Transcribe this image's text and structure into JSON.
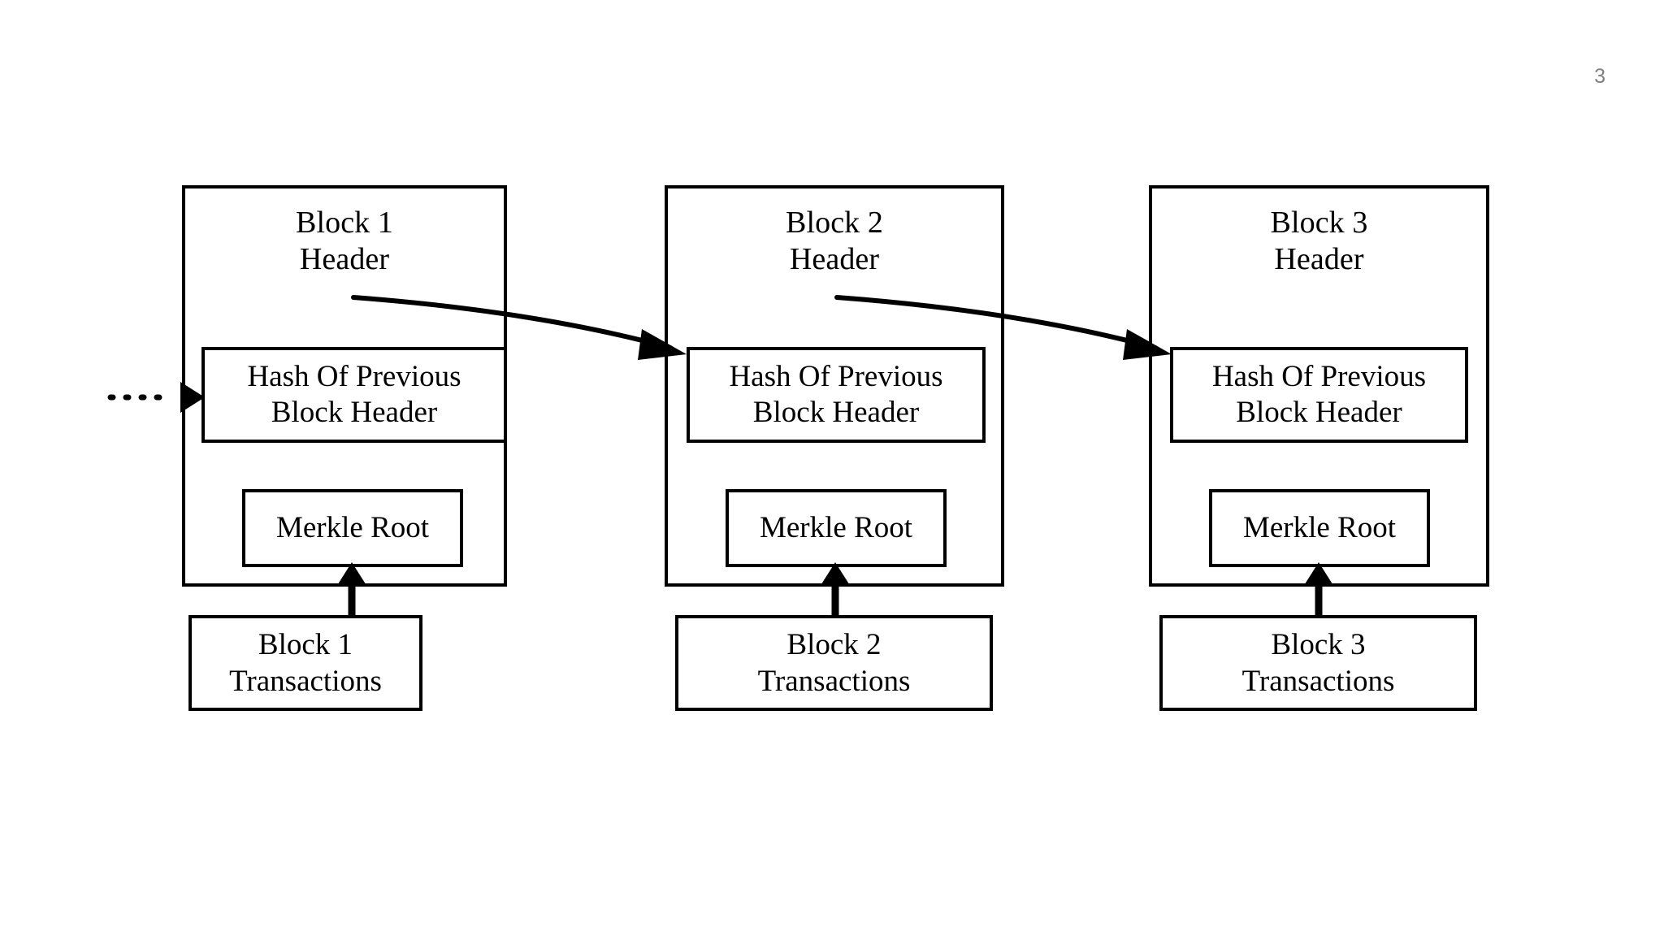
{
  "slide": {
    "page_number": "3",
    "page_number_color": "#808080",
    "background_color": "#ffffff",
    "stroke_color": "#000000"
  },
  "diagram": {
    "type": "blockchain-structure",
    "blocks": [
      {
        "header_label": "Block 1\nHeader",
        "hash_label": "Hash Of Previous\nBlock Header",
        "merkle_label": "Merkle Root",
        "transactions_label": "Block 1\nTransactions"
      },
      {
        "header_label": "Block 2\nHeader",
        "hash_label": "Hash Of Previous\nBlock Header",
        "merkle_label": "Merkle Root",
        "transactions_label": "Block 2\nTransactions"
      },
      {
        "header_label": "Block 3\nHeader",
        "hash_label": "Hash Of Previous\nBlock Header",
        "merkle_label": "Merkle Root",
        "transactions_label": "Block 3\nTransactions"
      }
    ],
    "connectors": {
      "incoming_dashed_arrow": "dashed-arrow-into-block-1",
      "chain_arrows": [
        "block-1-header-to-block-2-hash",
        "block-2-header-to-block-3-hash"
      ],
      "merkle_arrows": [
        "block-1-transactions-to-merkle-root",
        "block-2-transactions-to-merkle-root",
        "block-3-transactions-to-merkle-root"
      ]
    }
  }
}
